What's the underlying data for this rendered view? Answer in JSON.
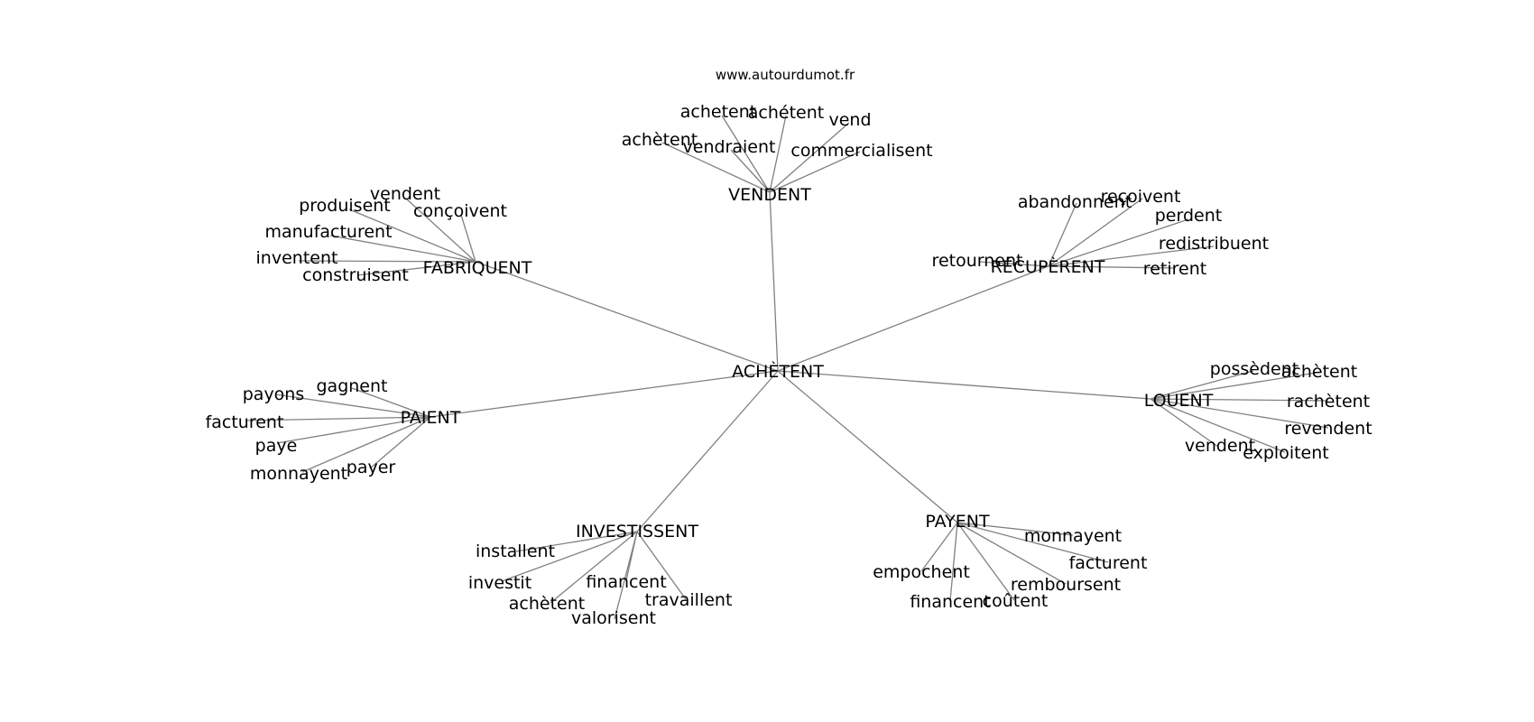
{
  "source_label": "www.autourdumot.fr",
  "graph": {
    "center": "ACHÈTENT",
    "edge_color": "#808080",
    "text_color": "#000000",
    "hubs": [
      {
        "id": "vendent",
        "label": "VENDENT",
        "children": [
          "achetent",
          "achétent",
          "vend",
          "achètent",
          "vendraient",
          "commercialisent"
        ]
      },
      {
        "id": "fabriquent",
        "label": "FABRIQUENT",
        "children": [
          "vendent",
          "produisent",
          "conçoivent",
          "manufacturent",
          "inventent",
          "construisent"
        ]
      },
      {
        "id": "recuperent",
        "label": "RÉCUPÈRENT",
        "children": [
          "abandonnent",
          "reçoivent",
          "perdent",
          "redistribuent",
          "retournent",
          "retirent"
        ]
      },
      {
        "id": "paient",
        "label": "PAIENT",
        "children": [
          "gagnent",
          "payons",
          "facturent",
          "paye",
          "payer",
          "monnayent"
        ]
      },
      {
        "id": "louent",
        "label": "LOUENT",
        "children": [
          "possèdent",
          "achètent",
          "rachètent",
          "revendent",
          "vendent",
          "exploitent"
        ]
      },
      {
        "id": "investissent",
        "label": "INVESTISSENT",
        "children": [
          "installent",
          "investit",
          "financent",
          "travaillent",
          "achètent",
          "valorisent"
        ]
      },
      {
        "id": "payent",
        "label": "PAYENT",
        "children": [
          "monnayent",
          "facturent",
          "empochent",
          "remboursent",
          "financent",
          "coûtent"
        ]
      }
    ]
  }
}
